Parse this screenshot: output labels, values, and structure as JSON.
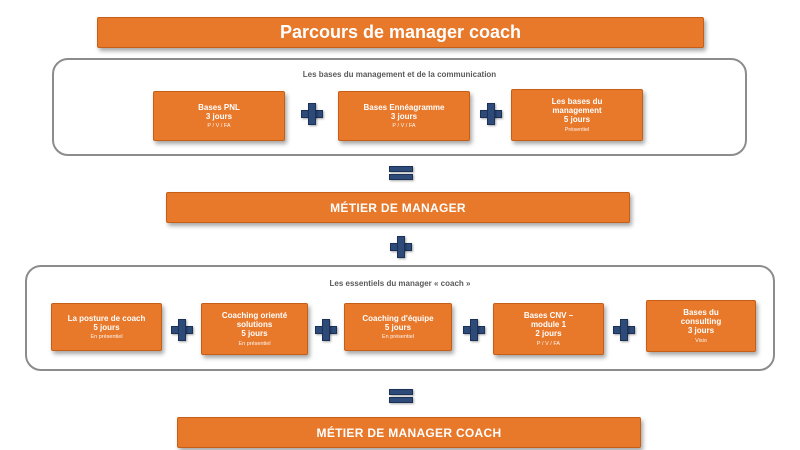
{
  "title": "Parcours de manager coach",
  "group1": {
    "title": "Les bases du management et de la communication",
    "items": [
      {
        "name": "Bases PNL",
        "duration": "3 jours",
        "mode": "P / V / FA"
      },
      {
        "name": "Bases Ennéagramme",
        "duration": "3 jours",
        "mode": "P / V / FA"
      },
      {
        "name": "Les bases du management",
        "duration": "5 jours",
        "mode": "Présentiel"
      }
    ]
  },
  "result1": "MÉTIER DE MANAGER",
  "group2": {
    "title": "Les essentiels du manager « coach »",
    "items": [
      {
        "name": "La posture de coach",
        "duration": "5 jours",
        "mode": "En présentiel"
      },
      {
        "name": "Coaching orienté solutions",
        "duration": "5 jours",
        "mode": "En présentiel"
      },
      {
        "name": "Coaching d'équipe",
        "duration": "5 jours",
        "mode": "En présentiel"
      },
      {
        "name": "Bases CNV – module 1",
        "duration": "2 jours",
        "mode": "P / V / FA"
      },
      {
        "name": "Bases du consulting",
        "duration": "3 jours",
        "mode": "Visio"
      }
    ]
  },
  "result2": "MÉTIER DE MANAGER COACH",
  "colors": {
    "accent": "#e8782a",
    "operator": "#2e4a78",
    "frame": "#8c8c8c"
  }
}
